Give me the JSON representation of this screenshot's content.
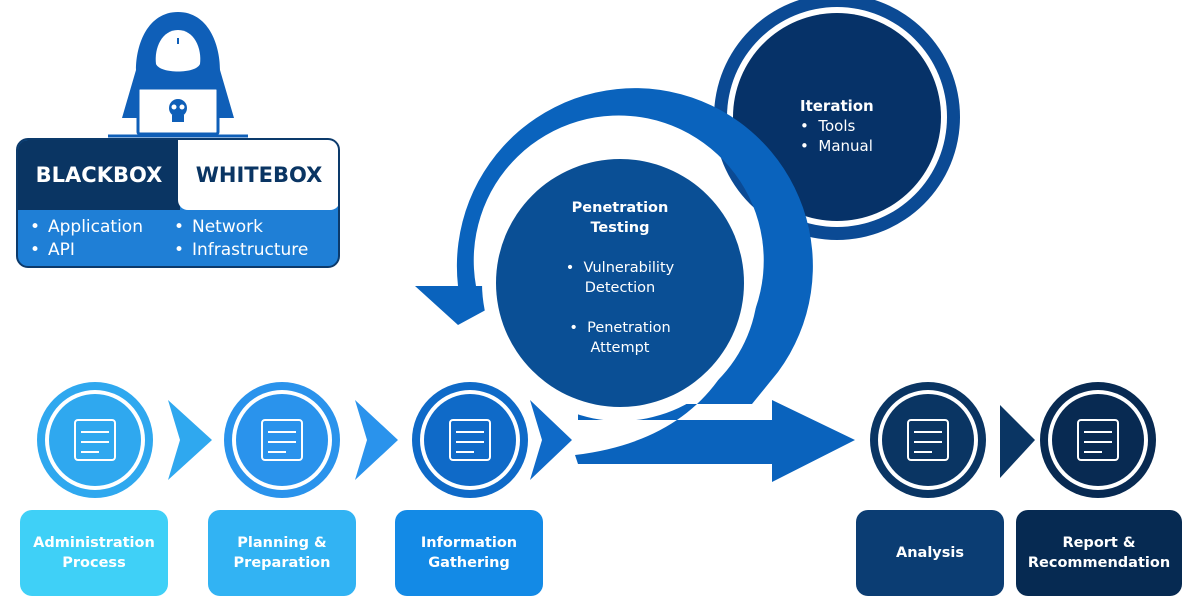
{
  "hacker_panel": {
    "icon": "hacker-hoodie-laptop-skull-icon",
    "tabs": [
      {
        "label": "BLACKBOX",
        "items": [
          "Application",
          "API"
        ]
      },
      {
        "label": "WHITEBOX",
        "items": [
          "Network",
          "Infrastructure"
        ]
      }
    ]
  },
  "penetration_testing": {
    "title_line1": "Penetration",
    "title_line2": "Testing",
    "items": [
      {
        "line1": "Vulnerability",
        "line2": "Detection"
      },
      {
        "line1": "Penetration",
        "line2": "Attempt"
      }
    ]
  },
  "iteration": {
    "title": "Iteration",
    "items": [
      "Tools",
      "Manual"
    ]
  },
  "steps": [
    {
      "icon": "administration-boxes-icon",
      "line1": "Administration",
      "line2": "Process",
      "color": "#2fa8ef",
      "box_color": "#3fd0f7"
    },
    {
      "icon": "planning-person-gear-icon",
      "line1": "Planning &",
      "line2": "Preparation",
      "color": "#2a93ec",
      "box_color": "#32b3f3"
    },
    {
      "icon": "information-panel-hand-icon",
      "line1": "Information",
      "line2": "Gathering",
      "color": "#0f6ac8",
      "box_color": "#138ae6"
    },
    {
      "icon": "analysis-monitor-grid-icon",
      "line1": "Analysis",
      "line2": "",
      "color": "#0a3563",
      "box_color": "#0b3d73"
    },
    {
      "icon": "report-truck-icon",
      "line1": "Report &",
      "line2": "Recommendation",
      "color": "#082a52",
      "box_color": "#062a52"
    }
  ],
  "colors": {
    "loop_arrow": "#0a63bd",
    "pentest_circle": "#0a4f95",
    "iteration_circle": "#063268",
    "iteration_ring": "#0b4a94"
  }
}
